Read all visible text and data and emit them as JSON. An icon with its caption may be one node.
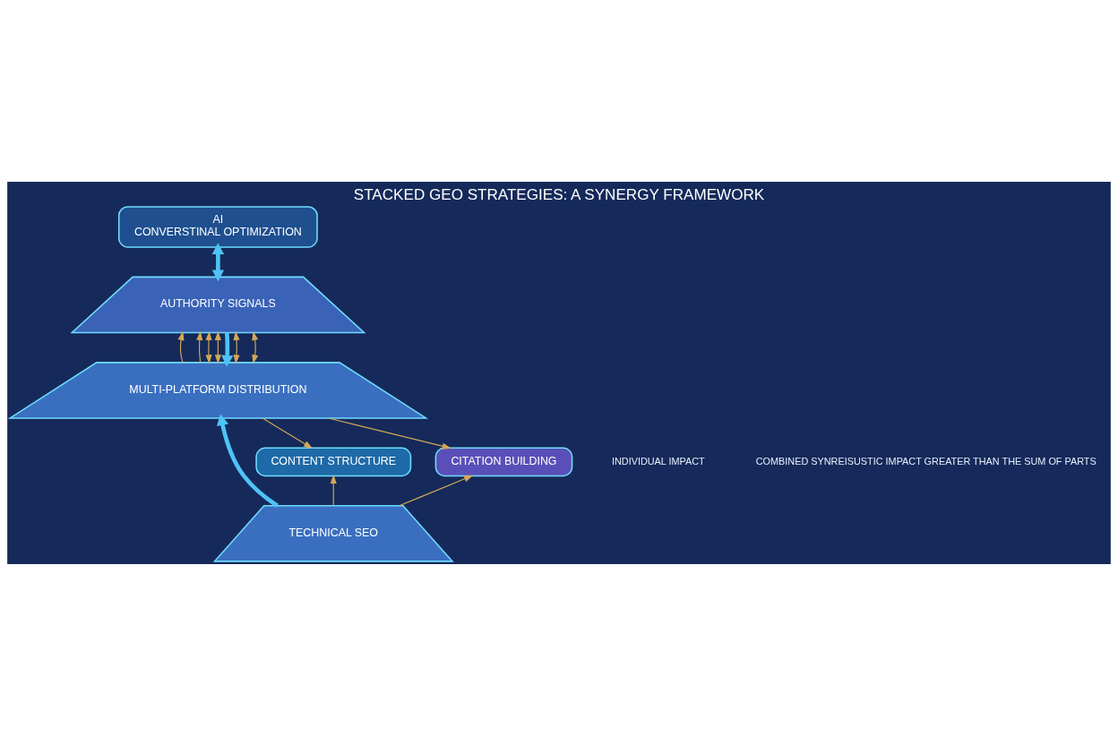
{
  "diagram": {
    "title": "STACKED GEO STRATEGIES: A SYNERGY FRAMEWORK",
    "nodes": [
      {
        "text": [
          "AI",
          "CONVERSTINAL OPTIMIZATION"
        ]
      },
      {
        "text": [
          "AUTHORITY SIGNALS"
        ]
      },
      {
        "text": [
          "MULTI-PLATFORM DISTRIBUTION"
        ]
      },
      {
        "text": [
          "CONTENT STRUCTURE"
        ]
      },
      {
        "text": [
          "CITATION BUILDING"
        ]
      },
      {
        "text": [
          "TECHNICAL SEO"
        ]
      }
    ],
    "edges": [
      {
        "from": 1,
        "to": 0,
        "arrow": "both",
        "style": "thick",
        "color": "#4fc3f7"
      },
      {
        "from": 1,
        "to": 2,
        "arrow": "to",
        "style": "thick",
        "color": "#4fc3f7"
      },
      {
        "from": 2,
        "to": 1,
        "arrow": "to"
      },
      {
        "from": 2,
        "to": 1,
        "arrow": "to"
      },
      {
        "from": 2,
        "to": 1,
        "arrow": "both"
      },
      {
        "from": 2,
        "to": 1,
        "arrow": "both"
      },
      {
        "from": 2,
        "to": 1,
        "arrow": "both"
      },
      {
        "from": 2,
        "to": 1,
        "arrow": "both"
      },
      {
        "from": 2,
        "to": 3,
        "arrow": "to"
      },
      {
        "from": 2,
        "to": 4,
        "arrow": "to"
      },
      {
        "from": 5,
        "to": 3,
        "arrow": "to"
      },
      {
        "from": 5,
        "to": 2,
        "arrow": "to",
        "style": "thick",
        "color": "#4fc3f7"
      },
      {
        "from": 5,
        "to": 4,
        "arrow": "to"
      }
    ],
    "labels": [
      "INDIVIDUAL IMPACT",
      "COMBINED SYNREISUSTIC IMPACT GREATER THAN THE SUM OF PARTS"
    ]
  }
}
